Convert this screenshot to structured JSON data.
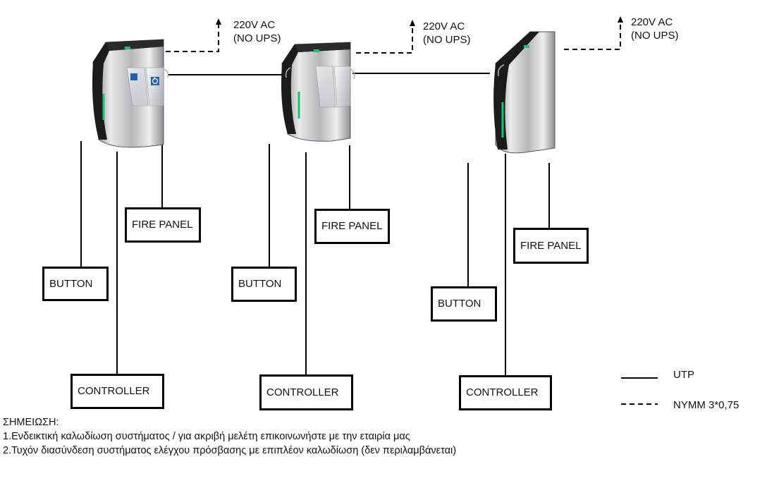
{
  "units": [
    {
      "power": {
        "line1": "220V AC",
        "line2": "(NO UPS)"
      },
      "fire_panel": "FIRE PANEL",
      "button": "BUTTON",
      "controller": "CONTROLLER"
    },
    {
      "power": {
        "line1": "220V AC",
        "line2": "(NO UPS)"
      },
      "fire_panel": "FIRE PANEL",
      "button": "BUTTON",
      "controller": "CONTROLLER"
    },
    {
      "power": {
        "line1": "220V AC",
        "line2": "(NO UPS)"
      },
      "fire_panel": "FIRE PANEL",
      "button": "BUTTON",
      "controller": "CONTROLLER"
    }
  ],
  "legend": {
    "solid": "UTP",
    "dashed": "NYMM 3*0,75"
  },
  "notes": {
    "title": "ΣΗΜΕΙΩΣΗ:",
    "line1": "1.Ενδεικτική καλωδίωση συστήματος / για ακριβή μελέτη επικοινωνήστε με την εταιρία μας",
    "line2": "2.Τυχόν διασύνδεση συστήματος ελέγχου πρόσβασης με επιπλέον καλωδίωση (δεν περιλαμβάνεται)"
  },
  "colors": {
    "line": "#000000",
    "led": "#19c46a",
    "cabinet_dark": "#1b1b1d",
    "steel_light": "#e6e7ea",
    "steel_mid": "#a9abb0",
    "accessible_sign": "#2462b0"
  },
  "icons": [
    "turnstile-cabinet",
    "wheelchair-icon",
    "up-arrow-icon"
  ]
}
